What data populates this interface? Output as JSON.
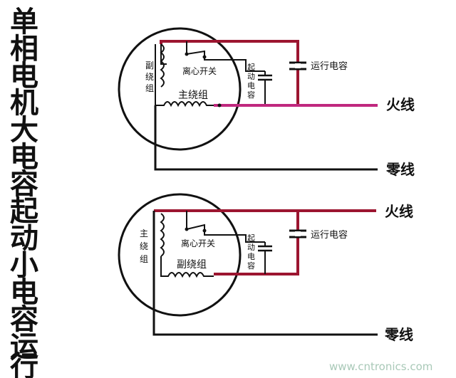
{
  "title_chars": [
    "单",
    "相",
    "电",
    "机",
    "大",
    "电",
    "容",
    "起",
    "动",
    "小",
    "电",
    "容",
    "运",
    "行"
  ],
  "top": {
    "aux_winding": [
      "副",
      "绕",
      "组"
    ],
    "centrifugal_switch": "离心开关",
    "start_cap": [
      "起",
      "动",
      "电",
      "容"
    ],
    "run_cap": "运行电容",
    "main_winding": "主绕组",
    "live": "火线",
    "neutral": "零线"
  },
  "bottom": {
    "main_winding_vert": [
      "主",
      "绕",
      "组"
    ],
    "centrifugal_switch": "离心开关",
    "start_cap": [
      "起",
      "动",
      "电",
      "容"
    ],
    "run_cap": "运行电容",
    "aux_winding_horiz": "副绕组",
    "live": "火线",
    "neutral": "零线"
  },
  "watermark": "www.cntronics.com",
  "colors": {
    "live_wire": "#c0287e",
    "red_wire": "#9c1530",
    "black_wire": "#111111"
  }
}
